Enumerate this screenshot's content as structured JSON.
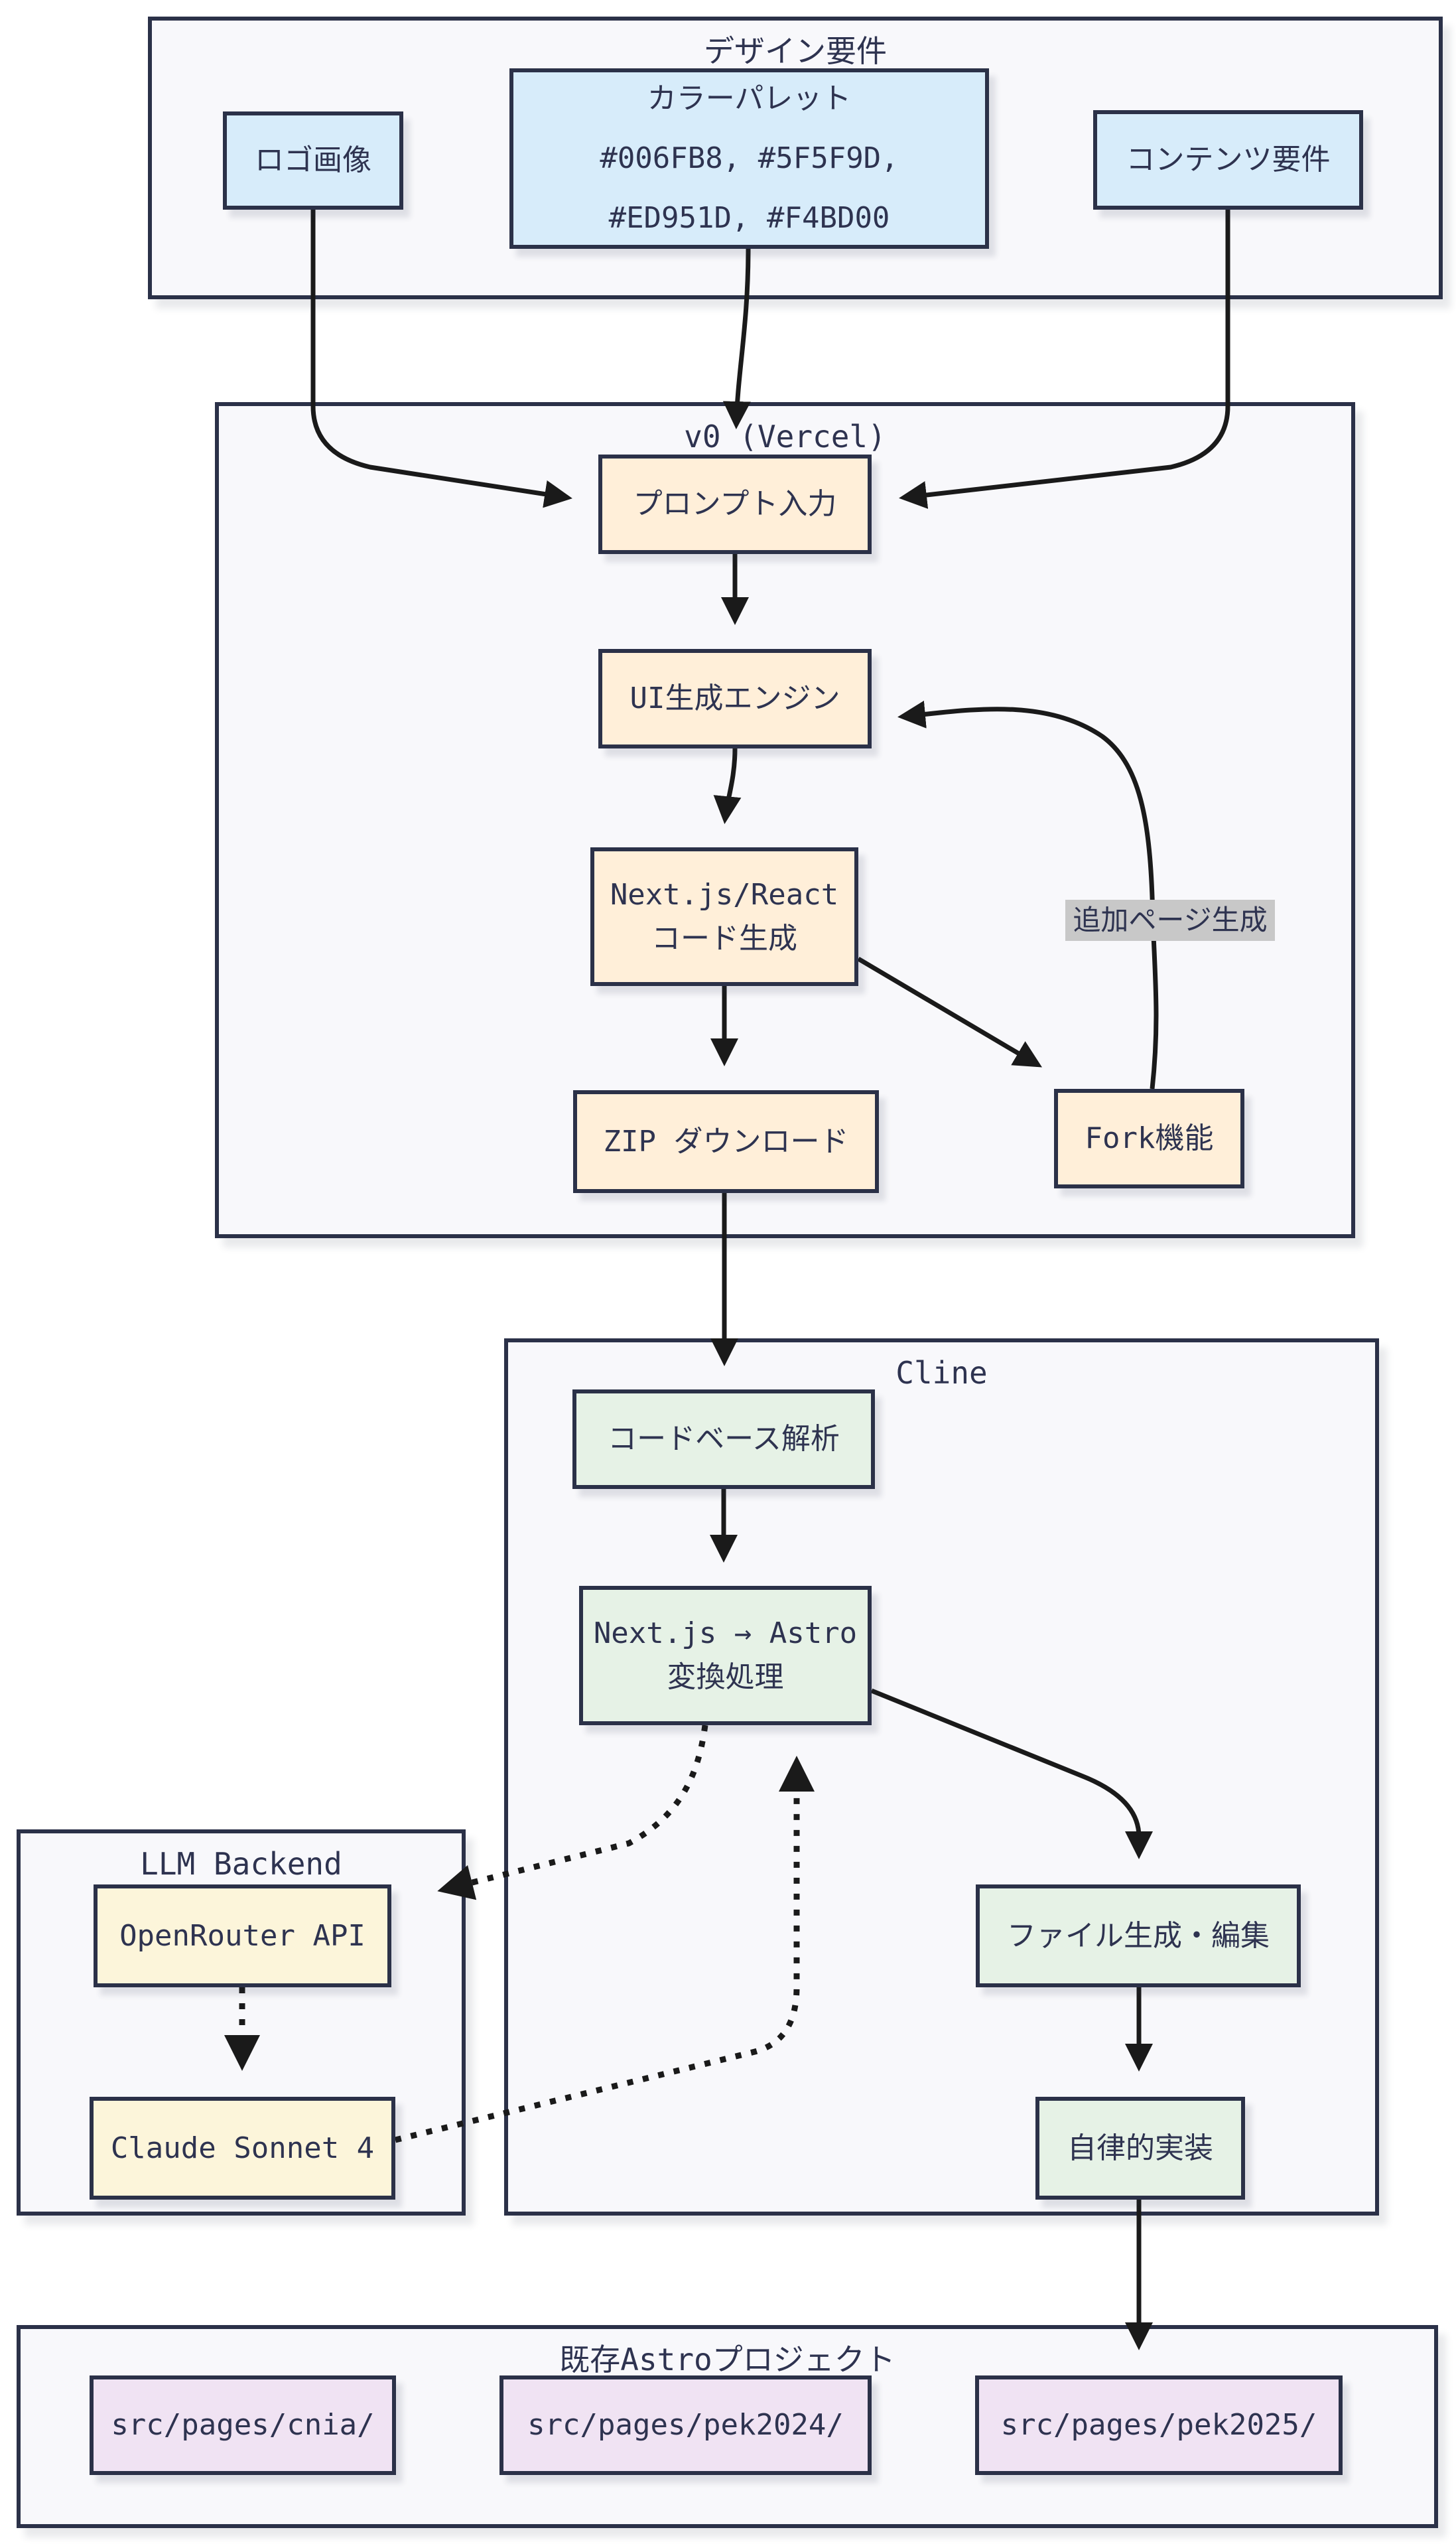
{
  "diagram": {
    "clusters": {
      "design": "デザイン要件",
      "v0": "v0 (Vercel)",
      "cline": "Cline",
      "llm": "LLM Backend",
      "astro": "既存Astroプロジェクト"
    },
    "nodes": {
      "logo": "ロゴ画像",
      "palette_line1": "カラーパレット",
      "palette_line2": "#006FB8, #5F5F9D,",
      "palette_line3": "#ED951D, #F4BD00",
      "content": "コンテンツ要件",
      "prompt": "プロンプト入力",
      "ui_engine": "UI生成エンジン",
      "codegen_line1": "Next.js/React",
      "codegen_line2": "コード生成",
      "zip": "ZIP ダウンロード",
      "fork": "Fork機能",
      "analyze": "コードベース解析",
      "convert_line1": "Next.js → Astro",
      "convert_line2": "変換処理",
      "filegen": "ファイル生成・編集",
      "autonomous": "自律的実装",
      "openrouter": "OpenRouter API",
      "claude": "Claude Sonnet 4",
      "cnia": "src/pages/cnia/",
      "pek2024": "src/pages/pek2024/",
      "pek2025": "src/pages/pek2025/"
    },
    "edge_labels": {
      "addpage": "追加ページ生成"
    },
    "colors": {
      "node_border": "#2b3148",
      "text": "#2e3350",
      "edge": "#1a1a1a",
      "cluster_fill": "#f8f8fb",
      "blue_fill": "#d7ecfa",
      "peach_fill": "#ffefd9",
      "green_fill": "#e6f2e6",
      "yellow_fill": "#fcf5da",
      "purple_fill": "#f0e3f3",
      "edge_label_bg": "#c8c8c8"
    }
  }
}
